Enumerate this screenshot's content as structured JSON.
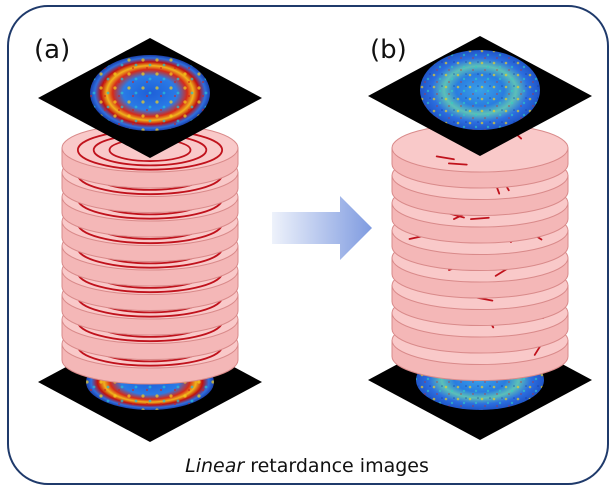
{
  "panels": [
    {
      "label": "(a)",
      "fibers": "concentric"
    },
    {
      "label": "(b)",
      "fibers": "random"
    }
  ],
  "caption": {
    "italic": "Linear",
    "rest": " retardance images"
  },
  "arrow": {
    "direction": "right"
  },
  "colors": {
    "frame": "#1f3a6b",
    "disk_fill": "#f9c9c9",
    "disk_edge": "#d98a8a",
    "fiber": "#c0121c",
    "plate": "#000000",
    "arrow_start": "#e6ecf8",
    "arrow_end": "#7f9be0"
  }
}
